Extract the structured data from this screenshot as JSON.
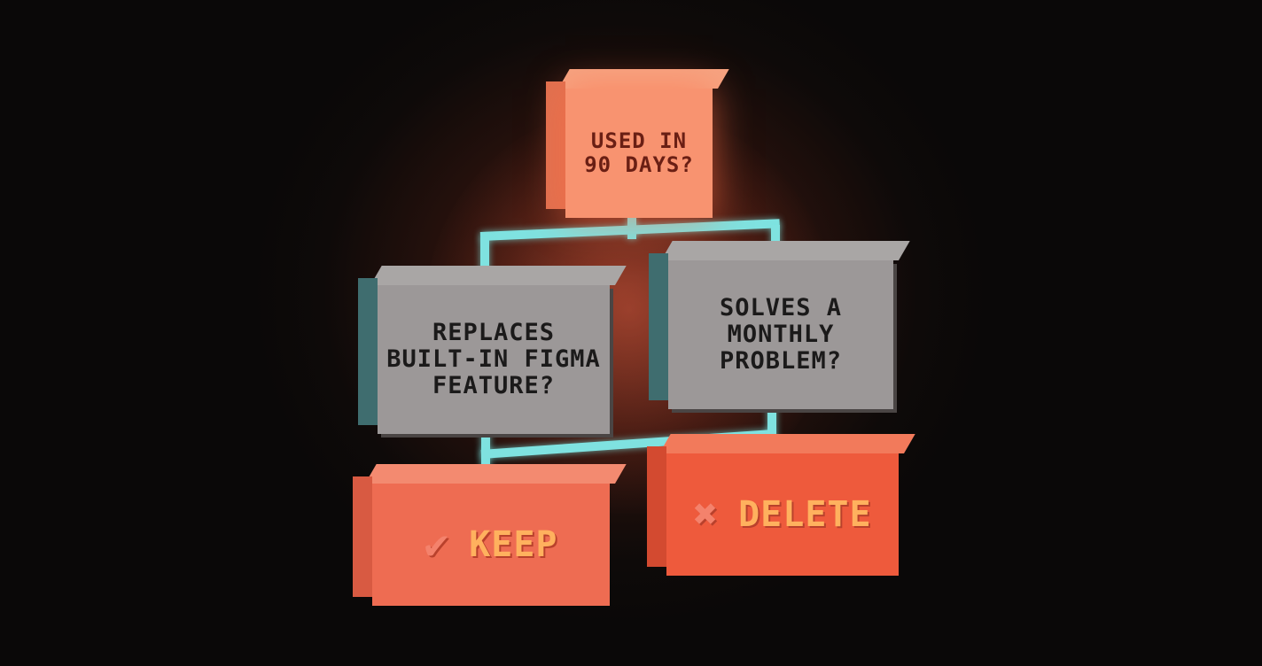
{
  "diagram": {
    "type": "decision-flowchart",
    "root": {
      "id": "q-top",
      "lines": [
        "USED IN",
        "90 DAYS?"
      ],
      "color": "#f89370"
    },
    "questions": [
      {
        "id": "q-left",
        "lines": [
          "REPLACES",
          "BUILT-IN FIGMA",
          "FEATURE?"
        ],
        "color": "#9c9898"
      },
      {
        "id": "q-right",
        "lines": [
          "SOLVES A",
          "MONTHLY",
          "PROBLEM?"
        ],
        "color": "#9c9898"
      }
    ],
    "outcomes": [
      {
        "id": "r-keep",
        "icon": "✔",
        "icon_name": "checkmark-icon",
        "label": "KEEP",
        "color": "#ee6c52"
      },
      {
        "id": "r-delete",
        "icon": "✖",
        "icon_name": "x-icon",
        "label": "DELETE",
        "color": "#ee5a3c"
      }
    ],
    "edges": [
      {
        "from": "q-top",
        "to": "q-left"
      },
      {
        "from": "q-top",
        "to": "q-right"
      },
      {
        "from": "q-left",
        "to": "r-keep"
      },
      {
        "from": "q-right",
        "to": "r-keep"
      }
    ],
    "connector_color": "#7fe2e0",
    "background_color": "#0e0a09"
  }
}
